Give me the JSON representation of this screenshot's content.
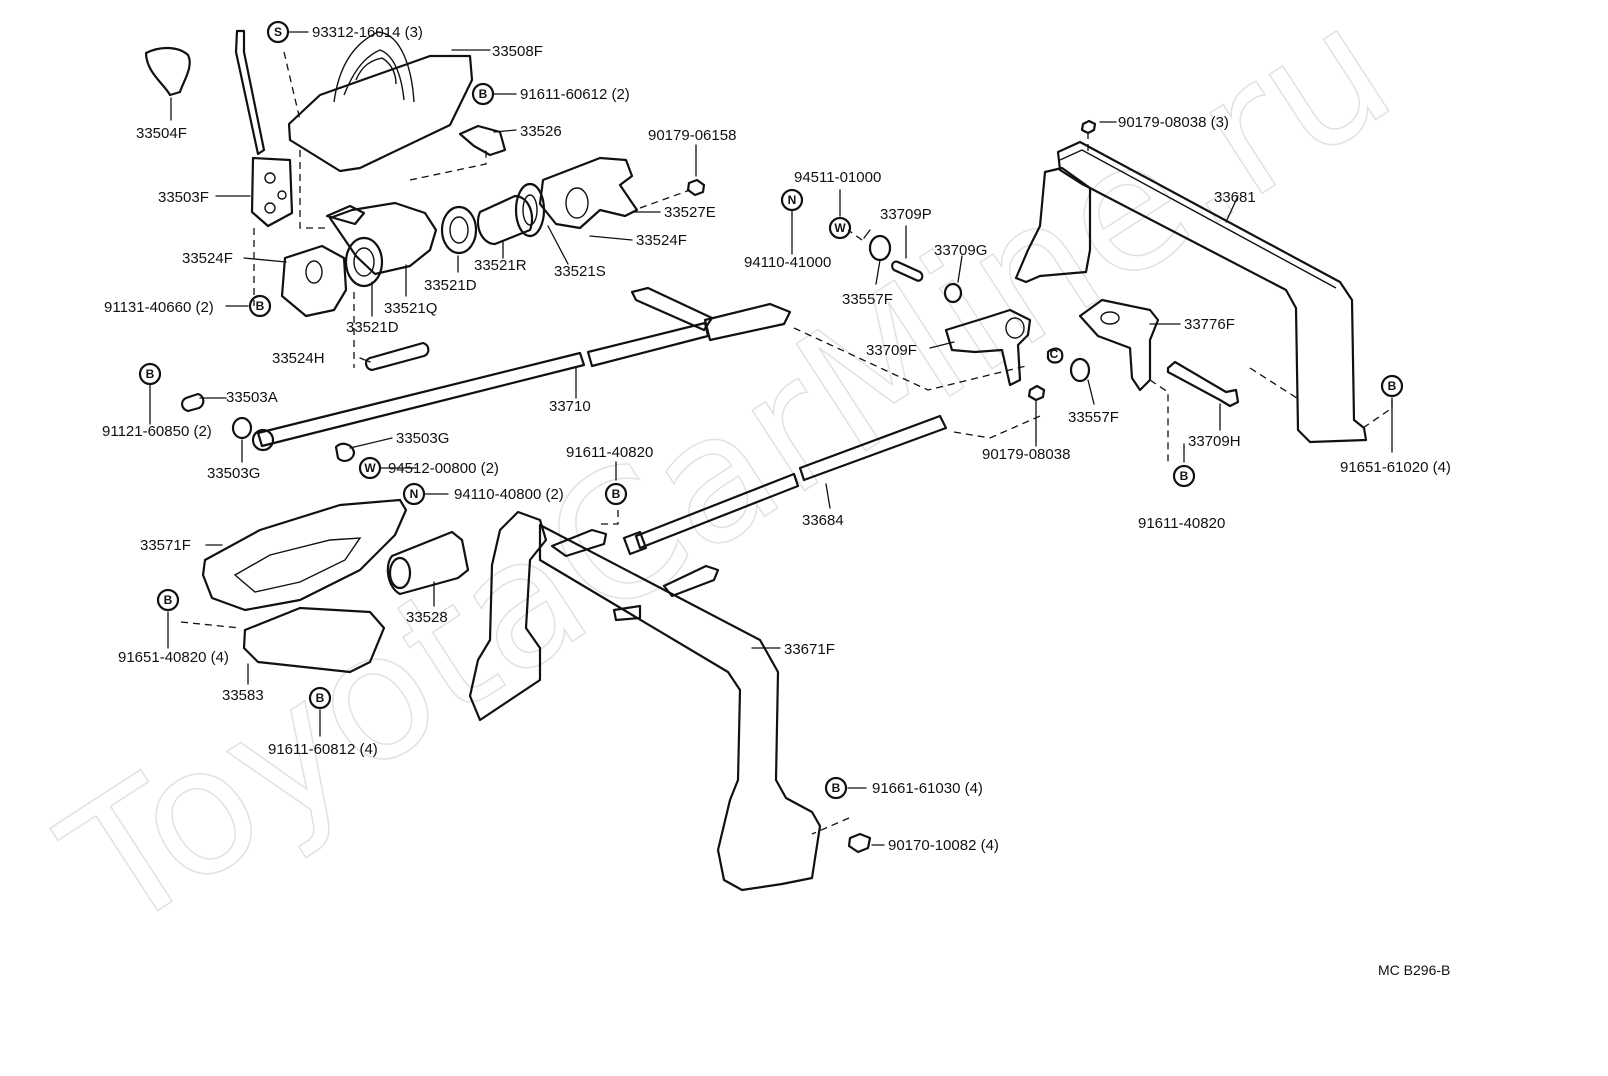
{
  "diagram_code": "MC B296-B",
  "watermark": "ToyotaCarMine.ru",
  "labels": {
    "shift_knob": "33504F",
    "shift_lever": "33503F",
    "screw_boot": "93312-16014 (3)",
    "lever_boot": "33508F",
    "bolt_boot": "91611-60612 (2)",
    "plate_33526": "33526",
    "nut_06158": "90179-06158",
    "bracket_33527E": "33527E",
    "bracket_33524F_right": "33524F",
    "bracket_33524F_left": "33524F",
    "bolt_40660": "91131-40660 (2)",
    "bushing_33521D_left": "33521D",
    "bushing_33521Q": "33521Q",
    "bushing_33521D_mid": "33521D",
    "retainer_33521R": "33521R",
    "retainer_33521S": "33521S",
    "pin_33524H": "33524H",
    "bolt_60850": "91121-60850 (2)",
    "collar_33503A": "33503A",
    "bushing_33503G_right": "33503G",
    "bushing_33503G_left": "33503G",
    "rod_33710": "33710",
    "washer_00800": "94512-00800 (2)",
    "nut_40800": "94110-40800 (2)",
    "washer_01000": "94511-01000",
    "nut_41000": "94110-41000",
    "pin_33709P": "33709P",
    "bushing_33709G": "33709G",
    "bushing_33557F_top": "33557F",
    "lever_33709F": "33709F",
    "bushing_33557F_bottom": "33557F",
    "nut_08038_top": "90179-08038 (3)",
    "nut_08038_bottom": "90179-08038",
    "frame_33681": "33681",
    "bracket_33776F": "33776F",
    "bolt_33709H": "33709H",
    "bolt_61020": "91651-61020 (4)",
    "bolt_40820_right": "91611-40820",
    "bolt_40820_mid": "91611-40820",
    "rod_33684": "33684",
    "cover_33571F": "33571F",
    "boot_33528": "33528",
    "bolt_40820_left": "91651-40820 (4)",
    "plate_33583": "33583",
    "bolt_60812": "91611-60812 (4)",
    "frame_33671F": "33671F",
    "bolt_61030": "91661-61030 (4)",
    "nut_10082": "90170-10082 (4)"
  },
  "markers": {
    "S": "S",
    "B": "B",
    "N": "N",
    "W": "W",
    "C": "C"
  }
}
